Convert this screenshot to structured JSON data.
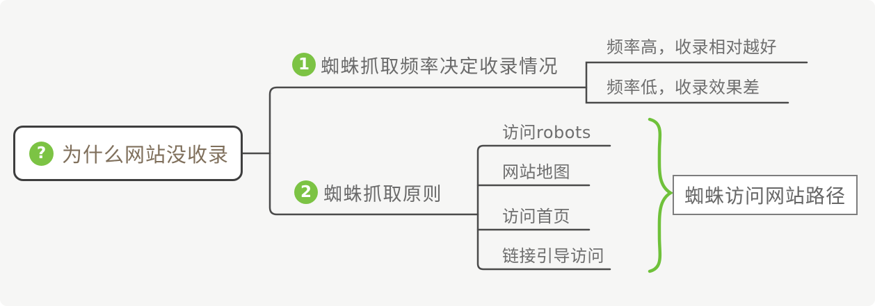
{
  "mindmap": {
    "root": {
      "icon": "?",
      "label": "为什么网站没收录"
    },
    "branches": [
      {
        "badge": "1",
        "label": "蜘蛛抓取频率决定收录情况",
        "children": [
          "频率高，收录相对越好",
          "频率低，收录效果差"
        ]
      },
      {
        "badge": "2",
        "label": "蜘蛛抓取原则",
        "children": [
          "访问robots",
          "网站地图",
          "访问首页",
          "链接引导访问"
        ]
      }
    ],
    "callout": {
      "label": "蜘蛛访问网站路径"
    },
    "colors": {
      "badge_green": "#7cc344",
      "brace_green": "#6fc13a",
      "line_gray": "#4a4a4a",
      "root_text": "#80705c",
      "node_text": "#6e6e6e",
      "background": "#f6f6f5"
    }
  }
}
